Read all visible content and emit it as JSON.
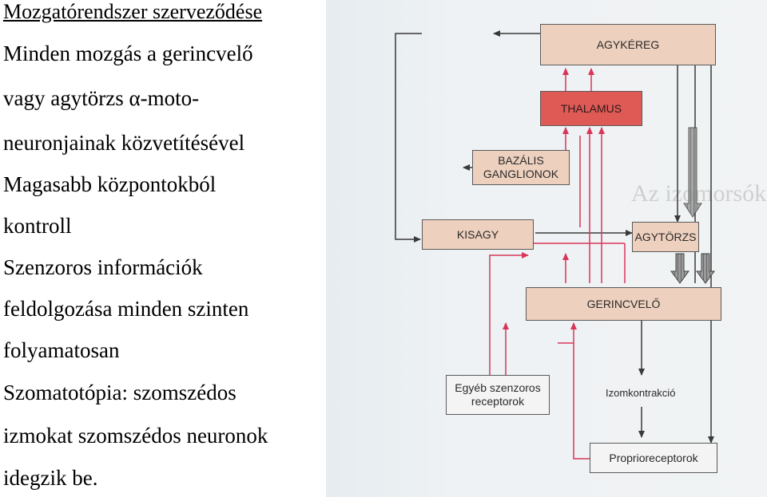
{
  "slide": {
    "title": "Mozgatórendszer szerveződése",
    "lines": [
      "Minden mozgás a gerincvelő",
      "vagy agytörzs α-moto-",
      "neuronjainak közvetítésével",
      "Magasabb központokból",
      "kontroll",
      "Szenzoros információk",
      "feldolgozása minden szinten",
      "folyamatosan",
      "Szomatotópia: szomszédos",
      "izmokat szomszédos neuronok",
      "idegzik be."
    ]
  },
  "diagram": {
    "nodes": {
      "agykereg": "AGYKÉREG",
      "thalamus": "THALAMUS",
      "bazalis_line1": "BAZÁLIS",
      "bazalis_line2": "GANGLIONOK",
      "kisagy": "KISAGY",
      "agytorzs": "AGYTÖRZS",
      "gerincvelo": "GERINCVELŐ",
      "egyeb_line1": "Egyéb szenzoros",
      "egyeb_line2": "receptorok",
      "izomkontrakcio": "Izomkontrakció",
      "proprioreceptorok": "Proprioreceptorok"
    },
    "background_heading": "Az izomorsók receptorai",
    "colors": {
      "motor_arrow": "#3a3a3a",
      "sensory_arrow": "#d9355a",
      "box_tan": "#eed0be",
      "box_red": "#e05a55"
    }
  }
}
